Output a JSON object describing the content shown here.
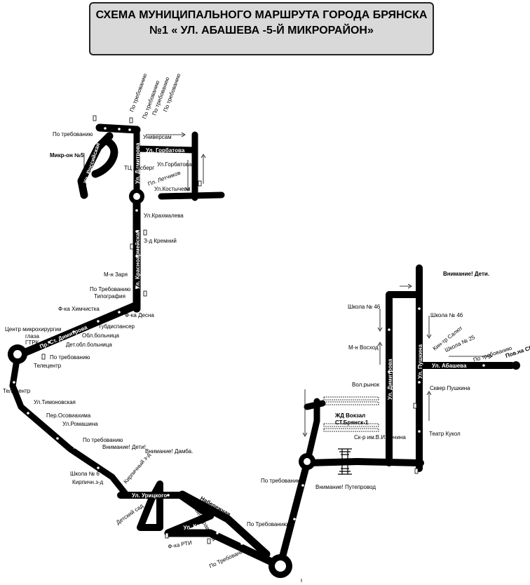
{
  "title": {
    "line1": "СХЕМА МУНИЦИПАЛЬНОГО МАРШРУТА ГОРОДА БРЯНСКА",
    "line2": "№1 « УЛ. АБАШЕВА -5-Й МИКРОРАЙОН»"
  },
  "streets": {
    "rossiyskaya": "Ул. Российская",
    "dimitrova_n": "Ул. Димитрова",
    "gorbatova": "Ул. Горбатова",
    "krasnoarmeyskaya": "Ул. Красноармейская",
    "stanke_dimitrova": "Пр. Ст. Димитрова",
    "karachizhskaya": "Ул. Карачижская",
    "ulyanitskogo": "Ул. Урицкого",
    "kalinina": "Ул. Калинина",
    "dimitrova_s": "Ул. Димитрова",
    "pushkina": "Ул. Пушкина",
    "abasheva": "Ул. Абашева",
    "naberezhnaya": "Набережная"
  },
  "stops": {
    "po_treb_1": "По требованию",
    "po_treb_2": "По требованию",
    "po_treb_3": "По требованию",
    "po_treb_4": "По требованию",
    "universam": "Универсам",
    "po_treb_left": "По требованию",
    "mikron5": "Микр-он №5",
    "tc_aysberg": "ТЦ Айсберг",
    "gorbatova_stop": "Ул.Горбатова",
    "letchikov": "Пл. Летчиков",
    "kostycheva": "Ул.Костычева",
    "krakhmaleva": "Ул.Крахмалева",
    "kremniy": "З-д Кремний",
    "zarya": "М-н Заря",
    "po_treb_5": "По Требованию",
    "tipografiya": "Типография",
    "khimchistka": "Ф-ка Химчистка",
    "desna": "Ф-ка Десна",
    "tubdispanser": "Тубдиспансер",
    "obl_bolnitsa": "Обл.больница",
    "centr_mikro": "Центр микрохирургии",
    "glaza": "глаза",
    "gtrk": "ГТРК",
    "det_bolnitsa": "Дет.обл.больница",
    "po_treb_6": "По требованию",
    "telecentr1": "Телецентр",
    "telecentr2": "Телецентр",
    "timonovskaya": "Ул.Тимоновская",
    "osoviakhima": "Пер.Осовиахима",
    "romashina": "Ул.Ромашина",
    "po_treb_7": "По требованию",
    "shkola6": "Школа № 6",
    "kirpich_zd": "Кирпичн.з-д",
    "kirpich_zd2": "Кирпичный з-д",
    "detsky_sad": "Детский сад",
    "fka_rti": "Ф-ка РТИ",
    "po_treb_8": "По Требованию",
    "skver_kravtsova": "Сквер Кравцова",
    "po_treb_9": "По Требованию",
    "po_treb_10": "По требованию",
    "skr_lenina": "Ск-р им.В.И Ленина",
    "zhd_vokzal": "ЖД Вокзал",
    "st_bryansk": "СТ.Брянск-1",
    "vol_rynok": "Вол.рынок",
    "voskhod": "М-н Восход",
    "shkola46_l": "Школа № 46",
    "shkola46_r": "Школа № 46",
    "kinotsentr": "Кин-тр Салют",
    "shkola25": "Школа № 25",
    "po_treb_11": "По требованию",
    "pov_srsp": "Пов.на СРСП",
    "skver_pushkina": "Сквер Пушкина",
    "teatr_kukol": "Театр Кукол"
  },
  "warnings": {
    "deti_top": "Внимание! Дети.",
    "deti_mid": "Внимание! Дети!",
    "damba": "Внимание! Дамба.",
    "puteprovod": "Внимание! Путепровод"
  },
  "icons": [
    "roundabout-icon",
    "bus-stop-marker-icon",
    "traffic-light-icon",
    "direction-arrow-icon",
    "railway-hatch-icon",
    "overpass-icon"
  ]
}
